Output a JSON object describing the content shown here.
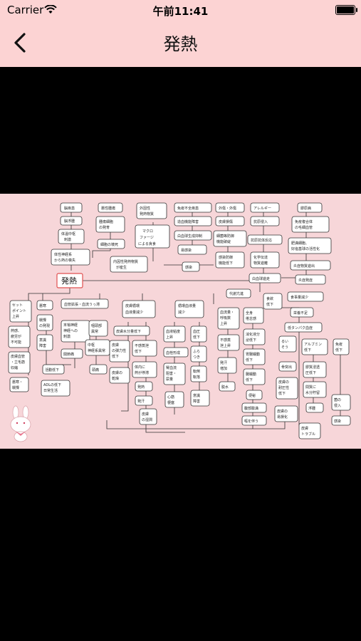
{
  "status_bar": {
    "carrier": "Carrier",
    "time": "午前11:41"
  },
  "nav": {
    "title": "発熱",
    "back_icon": "chevron-left-icon"
  },
  "colors": {
    "header_bg": "#fcd3d3",
    "chart_bg": "#f7d6d9",
    "root_border": "#e05050"
  },
  "flowchart": {
    "root_label": "発熱",
    "mascot": "rabbit-mascot"
  }
}
